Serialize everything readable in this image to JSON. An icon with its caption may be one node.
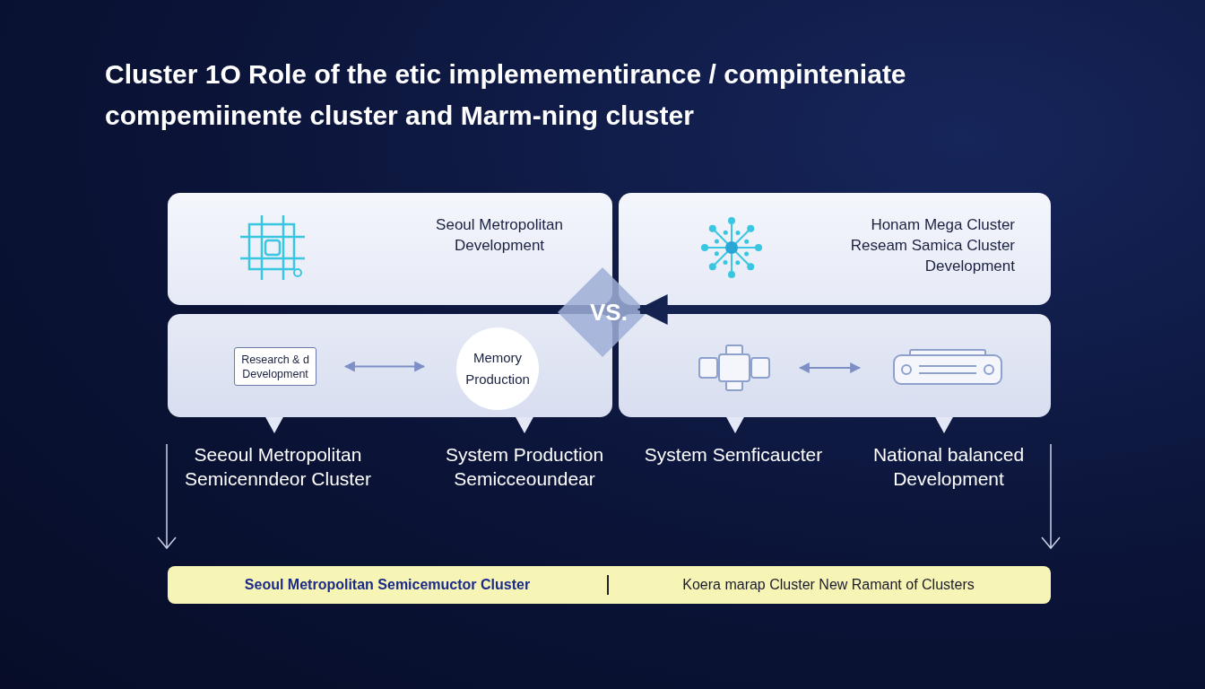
{
  "diagram": {
    "title": "Cluster 1O Role of the etic implemementirance / compinteniate compemiinente cluster and Marm-ning cluster",
    "nodes": [
      {
        "text": [
          "Seoul Metropolitan Development"
        ]
      },
      {
        "text": [
          "Honam Mega Cluster Reseam Samica Cluster Development"
        ]
      },
      {
        "text": [],
        "shape": "box"
      },
      {
        "text": [
          "Research & d Development"
        ],
        "in": 2
      },
      {
        "text": [
          "Memory Production"
        ],
        "in": 2
      },
      {
        "text": [],
        "shape": "box"
      },
      {
        "text": [],
        "shape": "picture",
        "in": 5
      },
      {
        "text": [],
        "shape": "picture",
        "in": 5
      },
      {
        "text": [
          "VS."
        ]
      },
      {
        "text": [
          "Seoul Metropolitan Semicemuctor Cluster",
          "Koera marap Cluster New Ramant of Clusters"
        ]
      }
    ],
    "edges": [
      {
        "from": 3,
        "to": 4,
        "arrow": "both"
      },
      {
        "from": 6,
        "to": 7,
        "arrow": "both"
      },
      {
        "from": 5,
        "to": 8,
        "arrow": "to",
        "style": "thick",
        "color": "#14224f"
      }
    ],
    "labels": [
      "Seeoul Metropolitan Semicenndeor Cluster",
      "System Production Semicceoundear",
      "System Semficaucter",
      "National balanced Development"
    ]
  }
}
